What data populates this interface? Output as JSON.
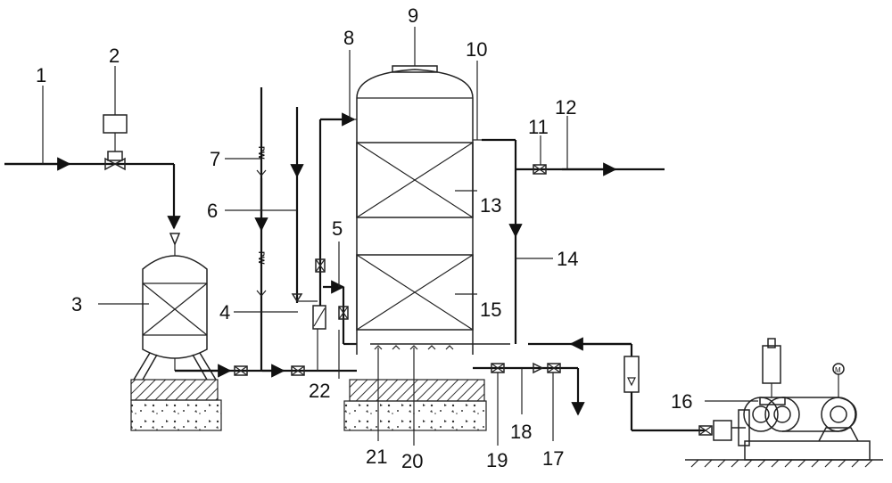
{
  "callouts": {
    "n1": "1",
    "n2": "2",
    "n3": "3",
    "n4": "4",
    "n5": "5",
    "n6": "6",
    "n7": "7",
    "n8": "8",
    "n9": "9",
    "n10": "10",
    "n11": "11",
    "n12": "12",
    "n13": "13",
    "n14": "14",
    "n15": "15",
    "n16": "16",
    "n17": "17",
    "n18": "18",
    "n19": "19",
    "n20": "20",
    "n21": "21",
    "n22": "22"
  },
  "pipe_tags": {
    "upper": "PW",
    "lower": "PW"
  },
  "motor_symbol": "M",
  "colors": {
    "line": "#111111",
    "hatch": "#333333"
  }
}
